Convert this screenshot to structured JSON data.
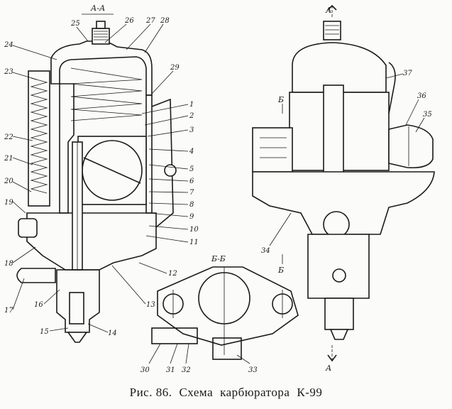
{
  "sections": {
    "aa_top": "А-А",
    "bb_title": "Б-Б",
    "a_letter": "А",
    "b_letter": "Б"
  },
  "callouts": [
    "1",
    "2",
    "3",
    "4",
    "5",
    "6",
    "7",
    "8",
    "9",
    "10",
    "11",
    "12",
    "13",
    "14",
    "15",
    "16",
    "17",
    "18",
    "19",
    "20",
    "21",
    "22",
    "23",
    "24",
    "25",
    "26",
    "27",
    "28",
    "29",
    "30",
    "31",
    "32",
    "33",
    "34",
    "35",
    "36",
    "37"
  ],
  "caption": {
    "prefix": "Рис. 86.",
    "word1": "Схема",
    "word2": "карбюратора",
    "model": "К-99"
  }
}
